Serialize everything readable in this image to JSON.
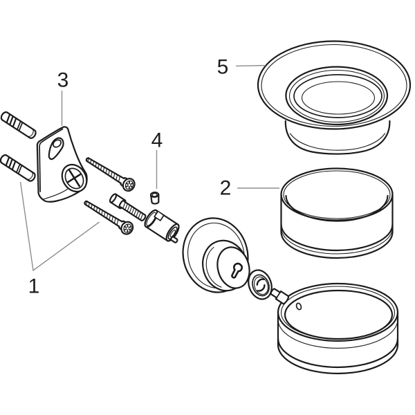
{
  "diagram": {
    "background": "#ffffff",
    "colors": {
      "line": "#1b1b1b",
      "leader": "#8d8d8d",
      "label": "#1b1b1b"
    },
    "labels": {
      "part1": "1",
      "part2": "2",
      "part3": "3",
      "part4": "4",
      "part5": "5"
    }
  }
}
